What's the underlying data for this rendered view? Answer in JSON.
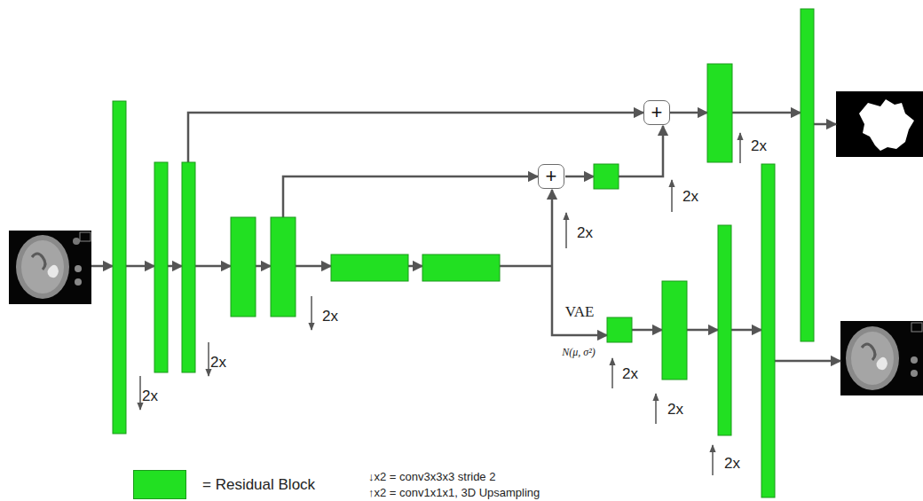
{
  "diagram": {
    "nodes": [
      {
        "text": [
          "+"
        ]
      },
      {
        "text": [
          "+"
        ]
      }
    ],
    "labels": [
      "2x",
      "2x",
      "2x",
      "2x",
      "2x",
      "2x",
      "VAE",
      "N(μ, σ²)",
      "2x",
      "2x",
      "2x",
      "↓x2 = conv3x3x3 stride 2",
      "↑x2 = conv1x1x1, 3D Upsampling"
    ],
    "legend": [
      {
        "text": "= Residual Block",
        "color": "#22e022"
      }
    ]
  }
}
